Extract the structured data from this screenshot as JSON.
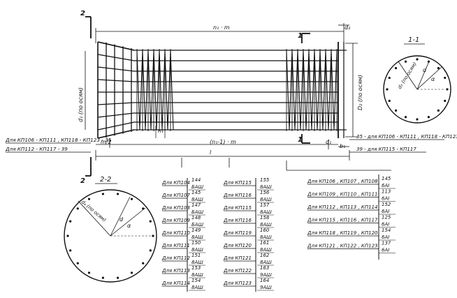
{
  "section_marks": {
    "s2": "2",
    "s1": "1"
  },
  "view_titles": {
    "v11": "1-1",
    "v22": "2-2"
  },
  "dims": {
    "nl": "n₁ · m",
    "d2": "d₂",
    "n1_1m": "(n₁-1) · m",
    "m": "m",
    "m_half": "m/2",
    "d1": "d₁",
    "l": "l",
    "b1": "b₁"
  },
  "axis_labels": {
    "d1_axis": "d₁ (по осям)",
    "d2_axis": "D₂ (по осям)",
    "d3_axis": "d₃ (по осям)",
    "d4_axis": "d₄ (по осям)",
    "d": "d",
    "alpha": "α"
  },
  "notes": {
    "left1": "Для КП106 - КП111 , КП118 - КП123 - 35",
    "left2": "Для КП112 - КП117 - 39",
    "right1": "35 - для КП106 - КП111 , КП118 - КП123",
    "right2": "39 - для КП115 - КП117"
  },
  "table_left": [
    {
      "label": "Для КП104",
      "top": "144",
      "bot": "БАШ"
    },
    {
      "label": "Для КП107",
      "top": "145",
      "bot": "8АШ"
    },
    {
      "label": "Для КП103",
      "top": "147",
      "bot": "БАШ"
    },
    {
      "label": "Для КП109",
      "top": "148",
      "bot": "БАШ"
    },
    {
      "label": "Для КП110",
      "top": "149",
      "bot": "8АШ"
    },
    {
      "label": "Для КП111",
      "top": "150",
      "bot": "8АШ"
    },
    {
      "label": "Для КП112",
      "top": "151",
      "bot": "8АШ"
    },
    {
      "label": "Для КП113",
      "top": "153",
      "bot": "8АШ"
    },
    {
      "label": "Для КП114",
      "top": "154",
      "bot": "8АШ"
    }
  ],
  "table_mid": [
    {
      "label": "Для КП115",
      "top": "155",
      "bot": "8АШ"
    },
    {
      "label": "Для КП116",
      "top": "156",
      "bot": "8АШ"
    },
    {
      "label": "Для КП115",
      "top": "157",
      "bot": "8АШ"
    },
    {
      "label": "Для КП116",
      "top": "158",
      "bot": "8АШ"
    },
    {
      "label": "Для КП119",
      "top": "160",
      "bot": "8АШ"
    },
    {
      "label": "Для КП120",
      "top": "161",
      "bot": "8АШ"
    },
    {
      "label": "Для КП121",
      "top": "162",
      "bot": "8АШ"
    },
    {
      "label": "Для КП122",
      "top": "163",
      "bot": "9АШ"
    },
    {
      "label": "Для КП123",
      "top": "164",
      "bot": "9АШ"
    }
  ],
  "table_right": [
    {
      "label": "Для КП106 , КП107 , КП108",
      "top": "145",
      "bot": "6АI"
    },
    {
      "label": "Для КП109 , КП110 , КП111",
      "top": "113",
      "bot": "6АI"
    },
    {
      "label": "Для КП112 , КП113 , КП114",
      "top": "152",
      "bot": "6АI"
    },
    {
      "label": "Для КП115 , КП116 , КП117",
      "top": "125",
      "bot": "6АI"
    },
    {
      "label": "Для КП118 , КП119 , КП120",
      "top": "154",
      "bot": "6АI"
    },
    {
      "label": "Для КП121 , КП122 , КП123",
      "top": "137",
      "bot": "6АI"
    }
  ]
}
